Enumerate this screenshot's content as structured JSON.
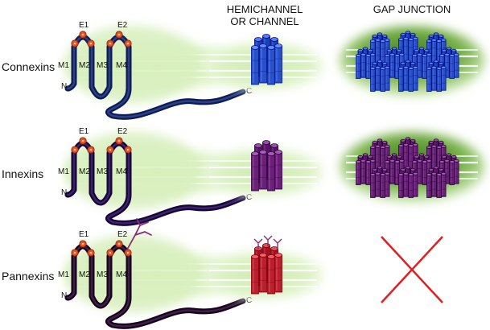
{
  "header": {
    "hemichannel_line1": "HEMICHANNEL",
    "hemichannel_line2": "OR CHANNEL",
    "gap_junction": "GAP JUNCTION"
  },
  "rows": [
    {
      "id": "connexins",
      "label": "Connexins",
      "domains": [
        "E1",
        "E2",
        "M1",
        "M2",
        "M3",
        "M4",
        "N",
        "C"
      ],
      "protein_color": "#20306e",
      "channel_color": "#2850c8",
      "has_glycan": false,
      "gap_junction": true
    },
    {
      "id": "innexins",
      "label": "Innexins",
      "domains": [
        "E1",
        "E2",
        "M1",
        "M2",
        "M3",
        "M4",
        "N",
        "C"
      ],
      "protein_color": "#2a1650",
      "channel_color": "#6a2078",
      "has_glycan": false,
      "gap_junction": true
    },
    {
      "id": "pannexins",
      "label": "Pannexins",
      "domains": [
        "E1",
        "E2",
        "M1",
        "M2",
        "M3",
        "M4",
        "N",
        "C"
      ],
      "protein_color": "#2c1032",
      "channel_color": "#b82030",
      "has_glycan": true,
      "gap_junction": false
    }
  ],
  "colors": {
    "membrane_glow": "#d9f0bf",
    "membrane_line": "#ffffff",
    "site_fill": "#e85020",
    "gap_junction_glow": "#4e8f2a",
    "absent_cross": "#e02020",
    "glycan": "#8a2a7a"
  },
  "icons": {
    "site": "red-circle-cysteine-icon",
    "absent": "red-x-cross-icon"
  }
}
